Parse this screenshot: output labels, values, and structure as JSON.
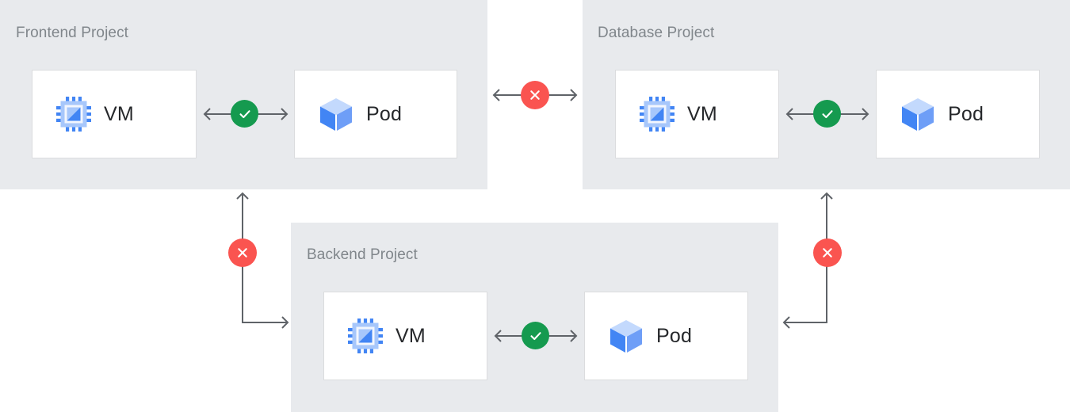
{
  "diagram": {
    "title_color": "#80868b",
    "panel_color": "#e8eaed",
    "card_bg": "#ffffff",
    "card_border": "#dbdcde",
    "label_color": "#26282b",
    "connector_color": "#5f6368",
    "allowed_color": "#159a4f",
    "blocked_color": "#fa5450",
    "vm_icon_color": "#4285f4",
    "vm_icon_color_light": "#a7c7fb",
    "pod_icon_top": "#c3d9fd",
    "pod_icon_left": "#4285f4",
    "pod_icon_right": "#6e9ef7"
  },
  "panels": [
    {
      "id": "frontend",
      "title": "Frontend Project",
      "resources": [
        {
          "id": "vm",
          "label": "VM",
          "icon": "vm-chip-icon"
        },
        {
          "id": "pod",
          "label": "Pod",
          "icon": "pod-cube-icon"
        }
      ],
      "internal_link": {
        "status": "allowed",
        "icon": "check-icon"
      }
    },
    {
      "id": "database",
      "title": "Database Project",
      "resources": [
        {
          "id": "vm",
          "label": "VM",
          "icon": "vm-chip-icon"
        },
        {
          "id": "pod",
          "label": "Pod",
          "icon": "pod-cube-icon"
        }
      ],
      "internal_link": {
        "status": "allowed",
        "icon": "check-icon"
      }
    },
    {
      "id": "backend",
      "title": "Backend Project",
      "resources": [
        {
          "id": "vm",
          "label": "VM",
          "icon": "vm-chip-icon"
        },
        {
          "id": "pod",
          "label": "Pod",
          "icon": "pod-cube-icon"
        }
      ],
      "internal_link": {
        "status": "allowed",
        "icon": "check-icon"
      }
    }
  ],
  "cross_project_links": [
    {
      "id": "frontend-database",
      "status": "blocked",
      "icon": "x-icon",
      "direction": "bidirectional"
    },
    {
      "id": "frontend-backend",
      "status": "blocked",
      "icon": "x-icon",
      "direction": "bidirectional"
    },
    {
      "id": "database-backend",
      "status": "blocked",
      "icon": "x-icon",
      "direction": "bidirectional"
    }
  ]
}
